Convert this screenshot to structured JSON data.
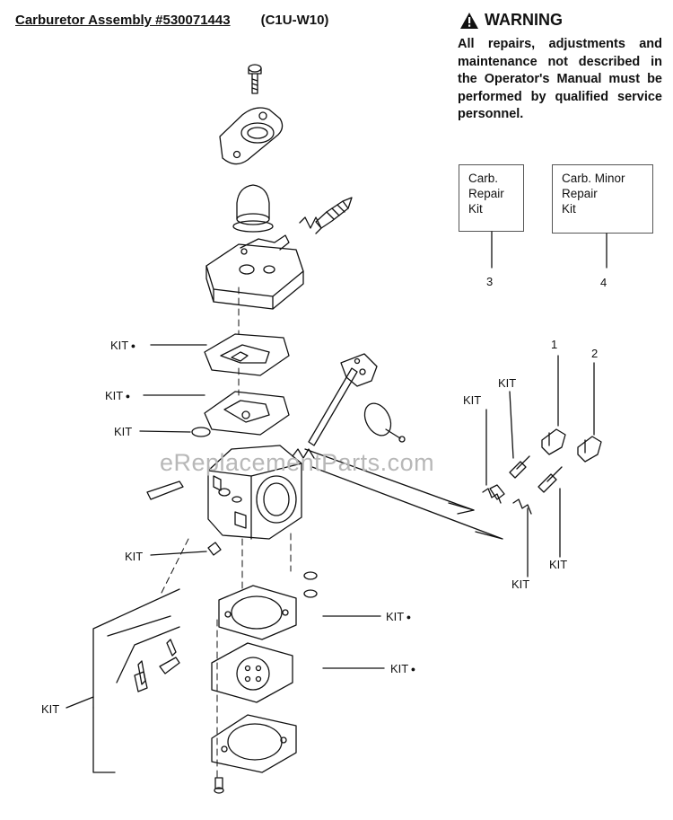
{
  "header": {
    "title": "Carburetor Assembly  #530071443",
    "model": "(C1U-W10)"
  },
  "warning": {
    "heading": "WARNING",
    "icon": "warning-triangle-icon",
    "body": "All repairs, adjustments and maintenance not described in the Operator's Manual must be performed by qualified service personnel."
  },
  "kit_boxes": [
    {
      "lines": [
        "Carb.",
        "Repair",
        "Kit"
      ],
      "number": "3"
    },
    {
      "lines": [
        "Carb.  Minor",
        "Repair",
        "Kit"
      ],
      "number": "4"
    }
  ],
  "callouts": {
    "kit": "KIT",
    "ref_1": "1",
    "ref_2": "2"
  },
  "watermark": "eReplacementParts.com"
}
